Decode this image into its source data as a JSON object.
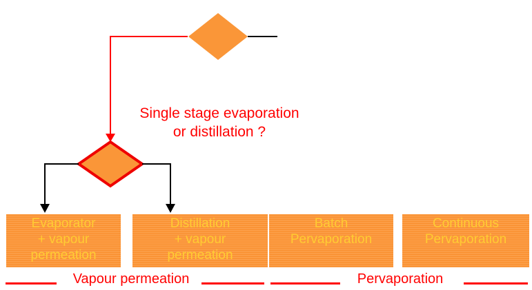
{
  "flowchart": {
    "question": "Single stage evaporation\nor distillation ?",
    "nodes": [
      {
        "id": "start-diamond",
        "type": "decision-diamond",
        "label": ""
      },
      {
        "id": "question-diamond",
        "type": "decision-diamond",
        "label": ""
      }
    ],
    "boxes": [
      {
        "label": "Evaporator\n+ vapour\npermeation"
      },
      {
        "label": "Distillation\n+ vapour\npermeation"
      },
      {
        "label": "Batch\nPervaporation"
      },
      {
        "label": "Continuous\nPervaporation"
      }
    ],
    "group_labels": [
      {
        "label": "Vapour permeation"
      },
      {
        "label": "Pervaporation"
      }
    ],
    "colors": {
      "node_fill_orange": "#FA9638",
      "box_text_yellow": "#FFCC33",
      "accent_red": "#FF0000",
      "decision_border_red": "#EE0000",
      "connector_black": "#000000"
    }
  }
}
